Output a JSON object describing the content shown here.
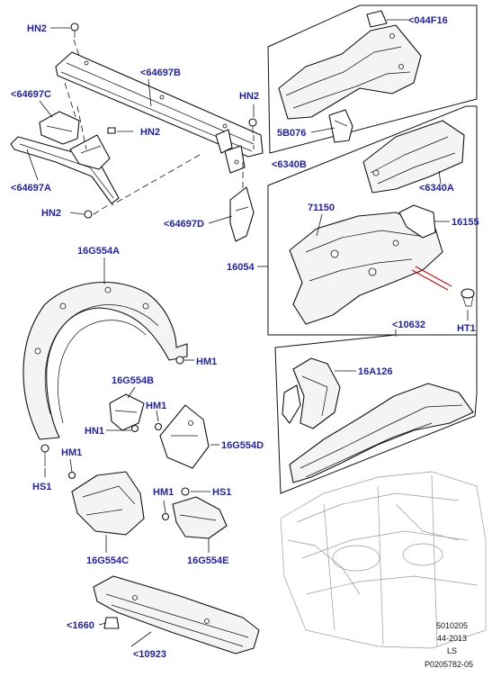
{
  "labels": {
    "hn2_top": "HN2",
    "l64697B": "<64697B",
    "l64697C": "<64697C",
    "hn2_mid": "HN2",
    "hn2_right": "HN2",
    "l64697A": "<64697A",
    "hn2_bottom": "HN2",
    "l64697D": "<64697D",
    "l044F16": "<044F16",
    "l5B076": "5B076",
    "l6340B": "<6340B",
    "l6340A": "<6340A",
    "l71150": "71150",
    "l16155": "16155",
    "l16054": "16054",
    "ht1": "HT1",
    "l10632": "<10632",
    "l16A126": "16A126",
    "l16G554A": "16G554A",
    "hm1_a": "HM1",
    "l16G554B": "16G554B",
    "hm1_b": "HM1",
    "hn1": "HN1",
    "l16G554D": "16G554D",
    "hs1_left": "HS1",
    "hm1_c": "HM1",
    "hm1_d": "HM1",
    "hs1_right": "HS1",
    "l16G554C": "16G554C",
    "l16G554E": "16G554E",
    "l1660": "<1660",
    "l10923": "<10923"
  },
  "footer": {
    "code1": "5010205",
    "code2": "44-2013",
    "code3": "LS",
    "code4": "P0205782-05"
  }
}
